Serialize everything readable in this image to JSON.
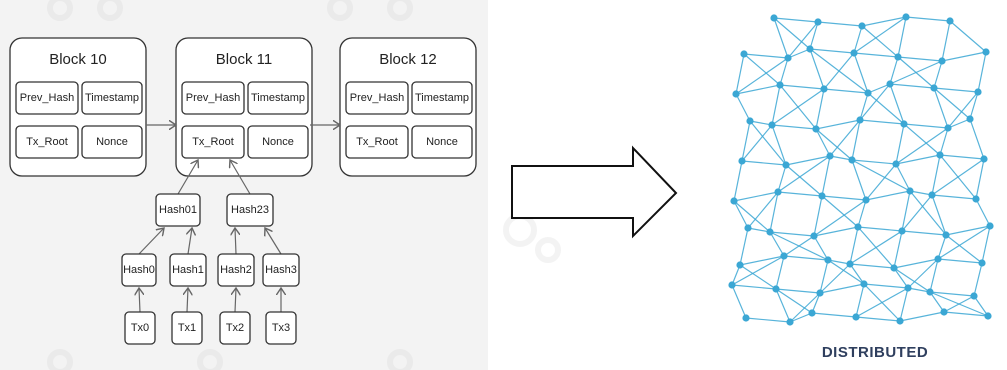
{
  "blocks": [
    {
      "title": "Block 10",
      "prev_hash": "Prev_Hash",
      "timestamp": "Timestamp",
      "tx_root": "Tx_Root",
      "nonce": "Nonce"
    },
    {
      "title": "Block 11",
      "prev_hash": "Prev_Hash",
      "timestamp": "Timestamp",
      "tx_root": "Tx_Root",
      "nonce": "Nonce"
    },
    {
      "title": "Block 12",
      "prev_hash": "Prev_Hash",
      "timestamp": "Timestamp",
      "tx_root": "Tx_Root",
      "nonce": "Nonce"
    }
  ],
  "merkle": {
    "level1": [
      "Hash01",
      "Hash23"
    ],
    "level2": [
      "Hash0",
      "Hash1",
      "Hash2",
      "Hash3"
    ],
    "transactions": [
      "Tx0",
      "Tx1",
      "Tx2",
      "Tx3"
    ]
  },
  "network": {
    "caption": "DISTRIBUTED",
    "color": "#3ba7d4"
  },
  "colors": {
    "box_border": "#333333",
    "arrow": "#111111"
  }
}
